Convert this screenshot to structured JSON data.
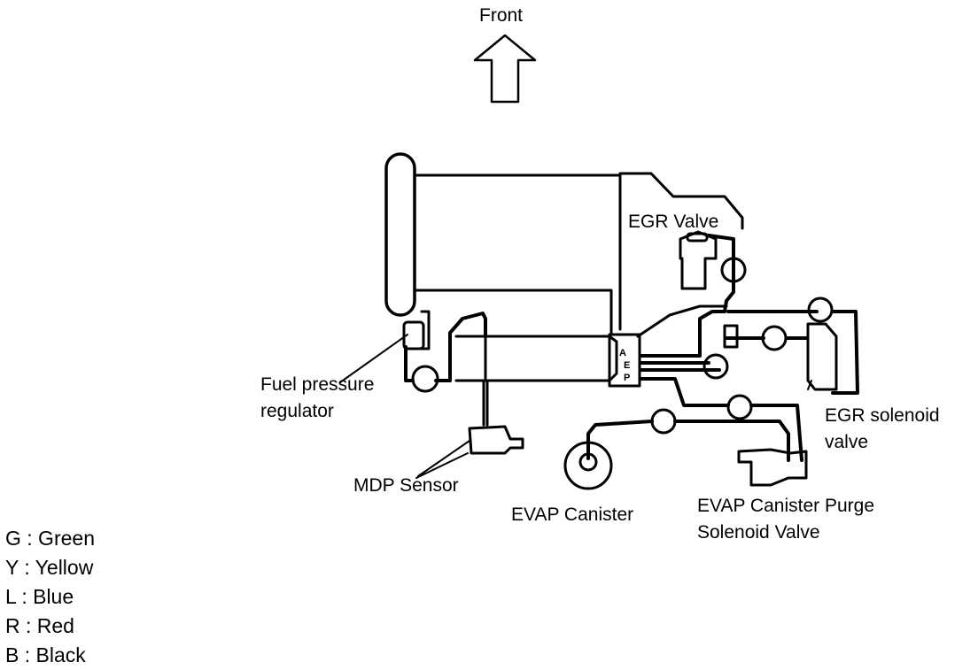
{
  "labels": {
    "front": "Front",
    "egr_valve": "EGR Valve",
    "fuel_pressure_regulator": [
      "Fuel pressure",
      "regulator"
    ],
    "mdp_sensor": "MDP Sensor",
    "evap_canister": "EVAP Canister",
    "evap_purge_valve": [
      "EVAP Canister Purge",
      "Solenoid Valve"
    ],
    "egr_solenoid_valve": [
      "EGR solenoid",
      "valve"
    ]
  },
  "port_letters": [
    "A",
    "E",
    "P"
  ],
  "legend": [
    "G : Green",
    "Y : Yellow",
    "L : Blue",
    "R : Red",
    "B : Black"
  ]
}
